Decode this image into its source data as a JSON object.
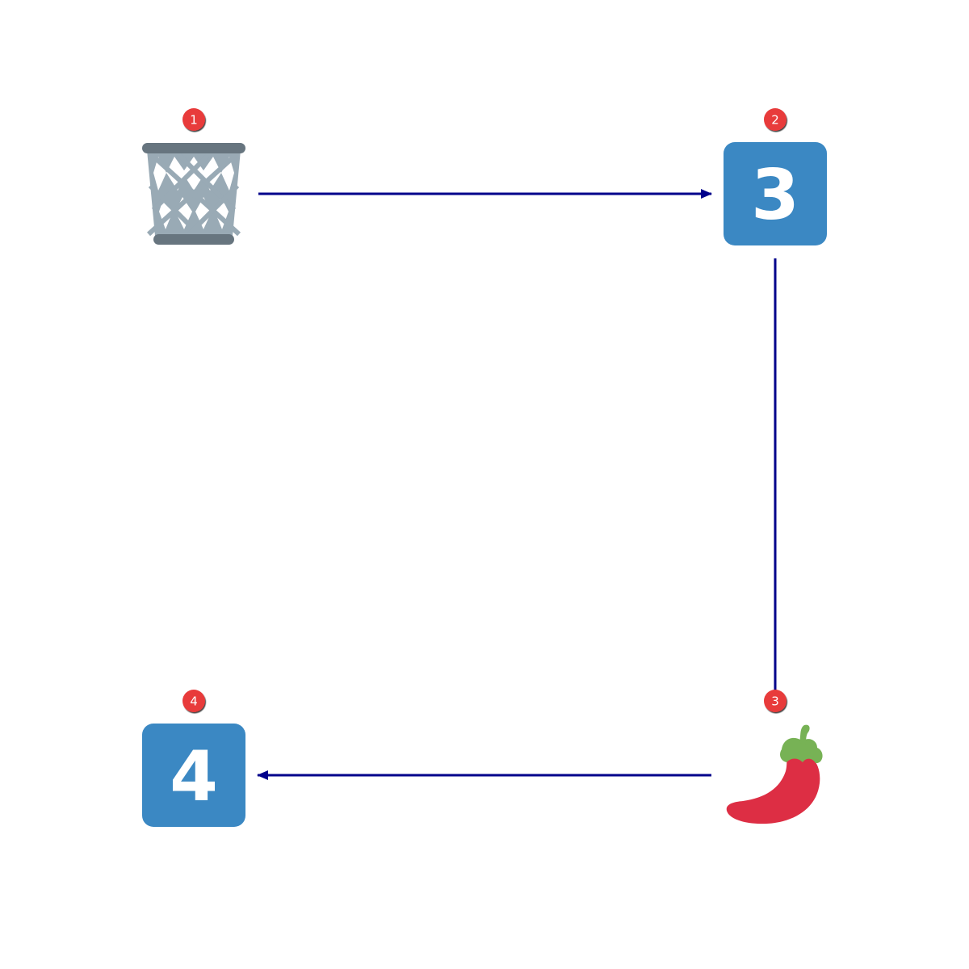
{
  "diagram": {
    "type": "emoji-sequence-flow",
    "edge_color": "#00008b",
    "badge_color": "#e83a3a",
    "nodes": [
      {
        "step": "1",
        "icon": "wastebasket-icon"
      },
      {
        "step": "2",
        "icon": "keycap-3-icon",
        "keycap_digit": "3",
        "keycap_color": "#3b88c3"
      },
      {
        "step": "3",
        "icon": "hot-pepper-icon"
      },
      {
        "step": "4",
        "icon": "keycap-4-icon",
        "keycap_digit": "4",
        "keycap_color": "#3b88c3"
      }
    ],
    "edges": [
      {
        "from": "1",
        "to": "2"
      },
      {
        "from": "2",
        "to": "3"
      },
      {
        "from": "3",
        "to": "4"
      }
    ]
  }
}
